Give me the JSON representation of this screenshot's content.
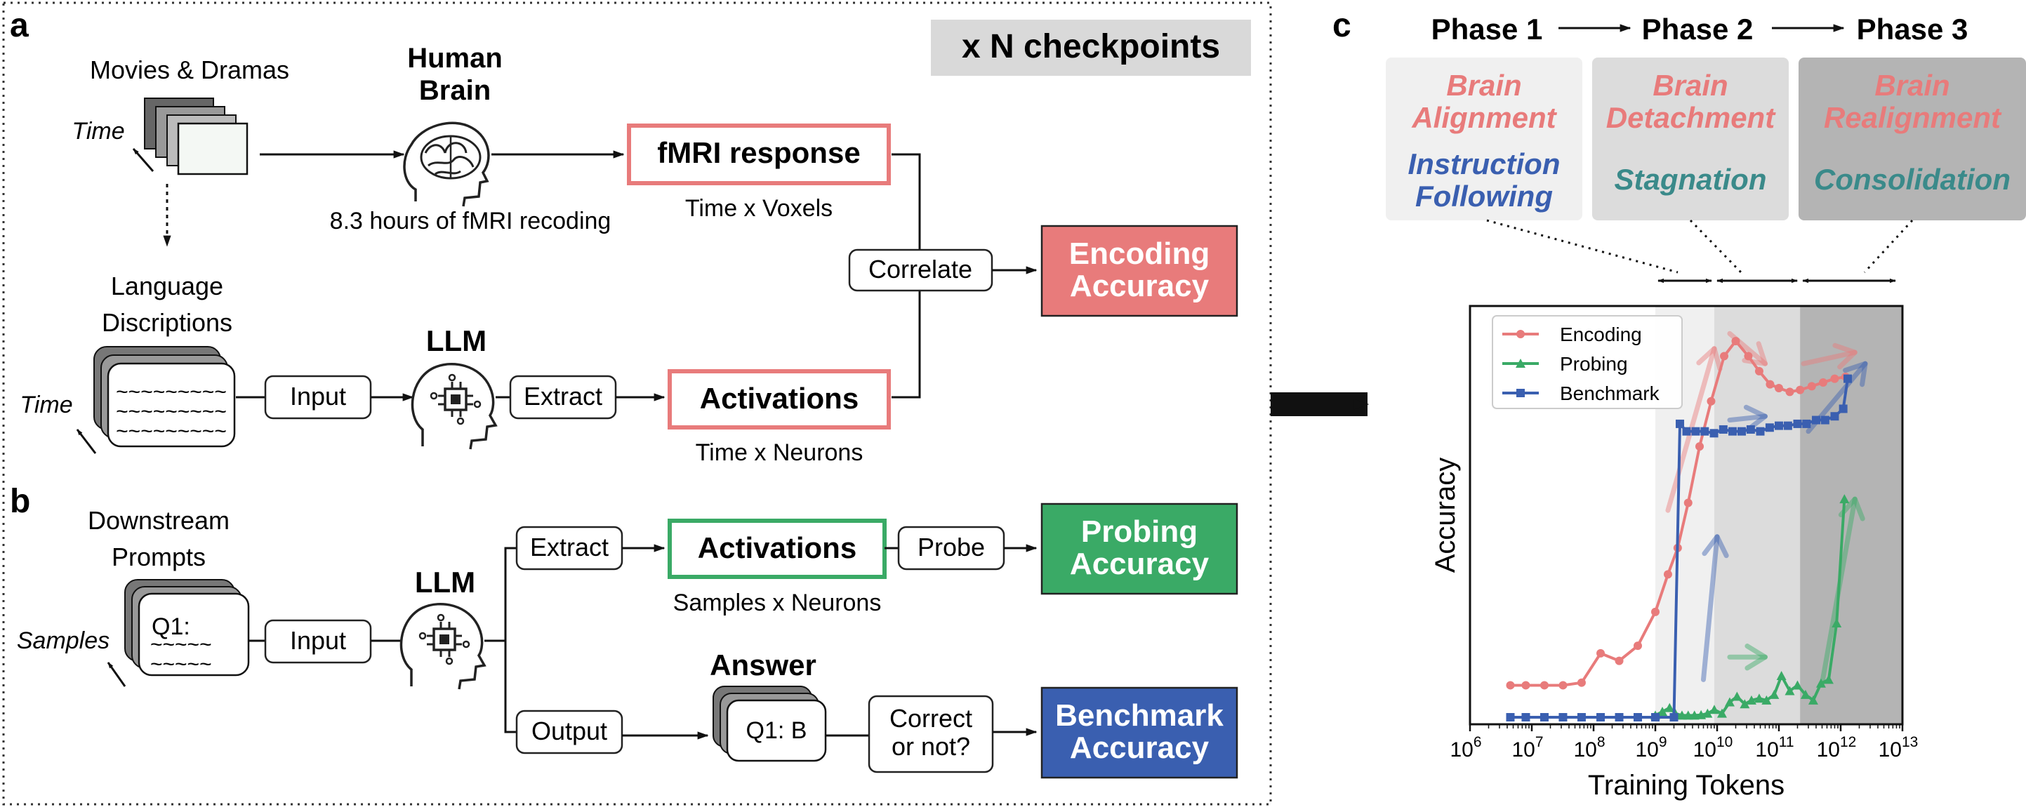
{
  "panel_a": {
    "label": "a",
    "checkpoints_tag": "x N checkpoints",
    "movies_label": "Movies & Dramas",
    "time_label": "Time",
    "human_brain_line1": "Human",
    "human_brain_line2": "Brain",
    "fmri_recording": "8.3 hours of fMRI recoding",
    "fmri_response": "fMRI response",
    "time_x_voxels": "Time x Voxels",
    "language_line1": "Language",
    "language_line2": "Discriptions",
    "tilde_line": "~~~~~~~~~",
    "input": "Input",
    "llm": "LLM",
    "extract": "Extract",
    "activations": "Activations",
    "time_x_neurons": "Time x Neurons",
    "correlate": "Correlate",
    "encoding_line1": "Encoding",
    "encoding_line2": "Accuracy"
  },
  "panel_b": {
    "label": "b",
    "downstream_line1": "Downstream",
    "downstream_line2": "Prompts",
    "samples_label": "Samples",
    "q1_label": "Q1:",
    "tilde_line": "~~~~~",
    "input": "Input",
    "llm": "LLM",
    "extract": "Extract",
    "activations": "Activations",
    "samples_x_neurons": "Samples x Neurons",
    "probe": "Probe",
    "probing_line1": "Probing",
    "probing_line2": "Accuracy",
    "output": "Output",
    "answer_title": "Answer",
    "answer_value": "Q1: B",
    "correct_line1": "Correct",
    "correct_line2": "or not?",
    "benchmark_line1": "Benchmark",
    "benchmark_line2": "Accuracy"
  },
  "panel_c": {
    "label": "c",
    "phases": [
      {
        "title": "Phase 1",
        "brain_line1": "Brain",
        "brain_line2": "Alignment",
        "other_line1": "Instruction",
        "other_line2": "Following"
      },
      {
        "title": "Phase 2",
        "brain_line1": "Brain",
        "brain_line2": "Detachment",
        "other_line1": "Stagnation",
        "other_line2": ""
      },
      {
        "title": "Phase 3",
        "brain_line1": "Brain",
        "brain_line2": "Realignment",
        "other_line1": "Consolidation",
        "other_line2": ""
      }
    ]
  },
  "colors": {
    "encoding": "#e87b7b",
    "probing": "#3aaa66",
    "benchmark": "#3a5fb0",
    "phase1_bg": "#f0f0f0",
    "phase2_bg": "#dcdcdc",
    "phase3_bg": "#b4b4b4"
  },
  "chart_data": {
    "type": "line",
    "xlabel": "Training Tokens",
    "ylabel": "Accuracy",
    "xscale": "log",
    "xlim": [
      1000000,
      10000000000000
    ],
    "xticks": [
      {
        "base": "10",
        "exp": "6"
      },
      {
        "base": "10",
        "exp": "7"
      },
      {
        "base": "10",
        "exp": "8"
      },
      {
        "base": "10",
        "exp": "9"
      },
      {
        "base": "10",
        "exp": "10"
      },
      {
        "base": "10",
        "exp": "11"
      },
      {
        "base": "10",
        "exp": "12"
      },
      {
        "base": "10",
        "exp": "13"
      }
    ],
    "ylim": [
      0,
      1
    ],
    "legend_position": "top-left",
    "phase_regions": [
      {
        "phase": "Phase 1",
        "x_start": 1000000000,
        "x_end": 9000000000
      },
      {
        "phase": "Phase 2",
        "x_start": 9000000000,
        "x_end": 220000000000
      },
      {
        "phase": "Phase 3",
        "x_start": 220000000000,
        "x_end": 10000000000000
      }
    ],
    "series": [
      {
        "name": "Encoding",
        "marker": "circle",
        "x": [
          4500000.0,
          8000000.0,
          16000000.0,
          32000000.0,
          64000000.0,
          130000000.0,
          260000000.0,
          520000000.0,
          1000000000.0,
          1600000000.0,
          2300000000.0,
          3400000000.0,
          5200000000.0,
          8000000000.0,
          13000000000.0,
          20000000000.0,
          32000000000.0,
          48000000000.0,
          72000000000.0,
          100000000000.0,
          150000000000.0,
          220000000000.0,
          340000000000.0,
          520000000000.0,
          800000000000.0,
          1200000000000.0
        ],
        "y": [
          0.085,
          0.085,
          0.085,
          0.085,
          0.092,
          0.17,
          0.15,
          0.19,
          0.28,
          0.38,
          0.45,
          0.57,
          0.72,
          0.84,
          0.96,
          1.0,
          0.96,
          0.92,
          0.885,
          0.875,
          0.865,
          0.87,
          0.88,
          0.89,
          0.9,
          0.905
        ]
      },
      {
        "name": "Probing",
        "marker": "triangle",
        "x": [
          1000000000.0,
          1300000000.0,
          1700000000.0,
          2100000000.0,
          2700000000.0,
          3400000000.0,
          4300000000.0,
          5500000000.0,
          7000000000.0,
          9000000000.0,
          12000000000.0,
          16000000000.0,
          21000000000.0,
          28000000000.0,
          36000000000.0,
          48000000000.0,
          63000000000.0,
          84000000000.0,
          110000000000.0,
          150000000000.0,
          200000000000.0,
          270000000000.0,
          360000000000.0,
          480000000000.0,
          640000000000.0,
          860000000000.0,
          1150000000000.0
        ],
        "y": [
          0.005,
          0.015,
          0.025,
          0.01,
          0.005,
          0.005,
          0.005,
          0.006,
          0.01,
          0.02,
          0.01,
          0.04,
          0.055,
          0.035,
          0.045,
          0.05,
          0.045,
          0.06,
          0.11,
          0.07,
          0.085,
          0.06,
          0.045,
          0.09,
          0.1,
          0.25,
          0.58
        ]
      },
      {
        "name": "Benchmark",
        "marker": "square",
        "x": [
          4500000.0,
          8000000.0,
          16000000.0,
          32000000.0,
          64000000.0,
          130000000.0,
          260000000.0,
          520000000.0,
          1000000000.0,
          2000000000.0,
          2500000000.0,
          3200000000.0,
          4500000000.0,
          6300000000.0,
          8900000000.0,
          12600000000.0,
          17800000000.0,
          25000000000.0,
          35000000000.0,
          50000000000.0,
          71000000000.0,
          100000000000.0,
          140000000000.0,
          200000000000.0,
          280000000000.0,
          400000000000.0,
          560000000000.0,
          800000000000.0,
          1100000000000.0,
          1300000000000.0
        ],
        "y": [
          0,
          0,
          0,
          0,
          0,
          0,
          0,
          0,
          0,
          0,
          0.78,
          0.76,
          0.76,
          0.76,
          0.755,
          0.765,
          0.76,
          0.76,
          0.765,
          0.76,
          0.77,
          0.775,
          0.775,
          0.78,
          0.78,
          0.79,
          0.79,
          0.8,
          0.82,
          0.9
        ]
      }
    ],
    "trend_arrows": [
      {
        "series": "Encoding",
        "x_from": 1600000000.0,
        "y_from": 0.55,
        "x_to": 9000000000.0,
        "y_to": 0.98
      },
      {
        "series": "Encoding",
        "x_from": 16000000000.0,
        "y_from": 1.02,
        "x_to": 60000000000.0,
        "y_to": 0.94
      },
      {
        "series": "Encoding",
        "x_from": 250000000000.0,
        "y_from": 0.94,
        "x_to": 1700000000000.0,
        "y_to": 0.97
      },
      {
        "series": "Benchmark",
        "x_from": 6000000000.0,
        "y_from": 0.1,
        "x_to": 10000000000.0,
        "y_to": 0.48
      },
      {
        "series": "Benchmark",
        "x_from": 16000000000.0,
        "y_from": 0.79,
        "x_to": 60000000000.0,
        "y_to": 0.8
      },
      {
        "series": "Benchmark",
        "x_from": 300000000000.0,
        "y_from": 0.76,
        "x_to": 2500000000000.0,
        "y_to": 0.94
      },
      {
        "series": "Probing",
        "x_from": 16000000000.0,
        "y_from": 0.16,
        "x_to": 60000000000.0,
        "y_to": 0.16
      },
      {
        "series": "Probing",
        "x_from": 500000000000.0,
        "y_from": 0.09,
        "x_to": 1700000000000.0,
        "y_to": 0.58
      }
    ]
  }
}
